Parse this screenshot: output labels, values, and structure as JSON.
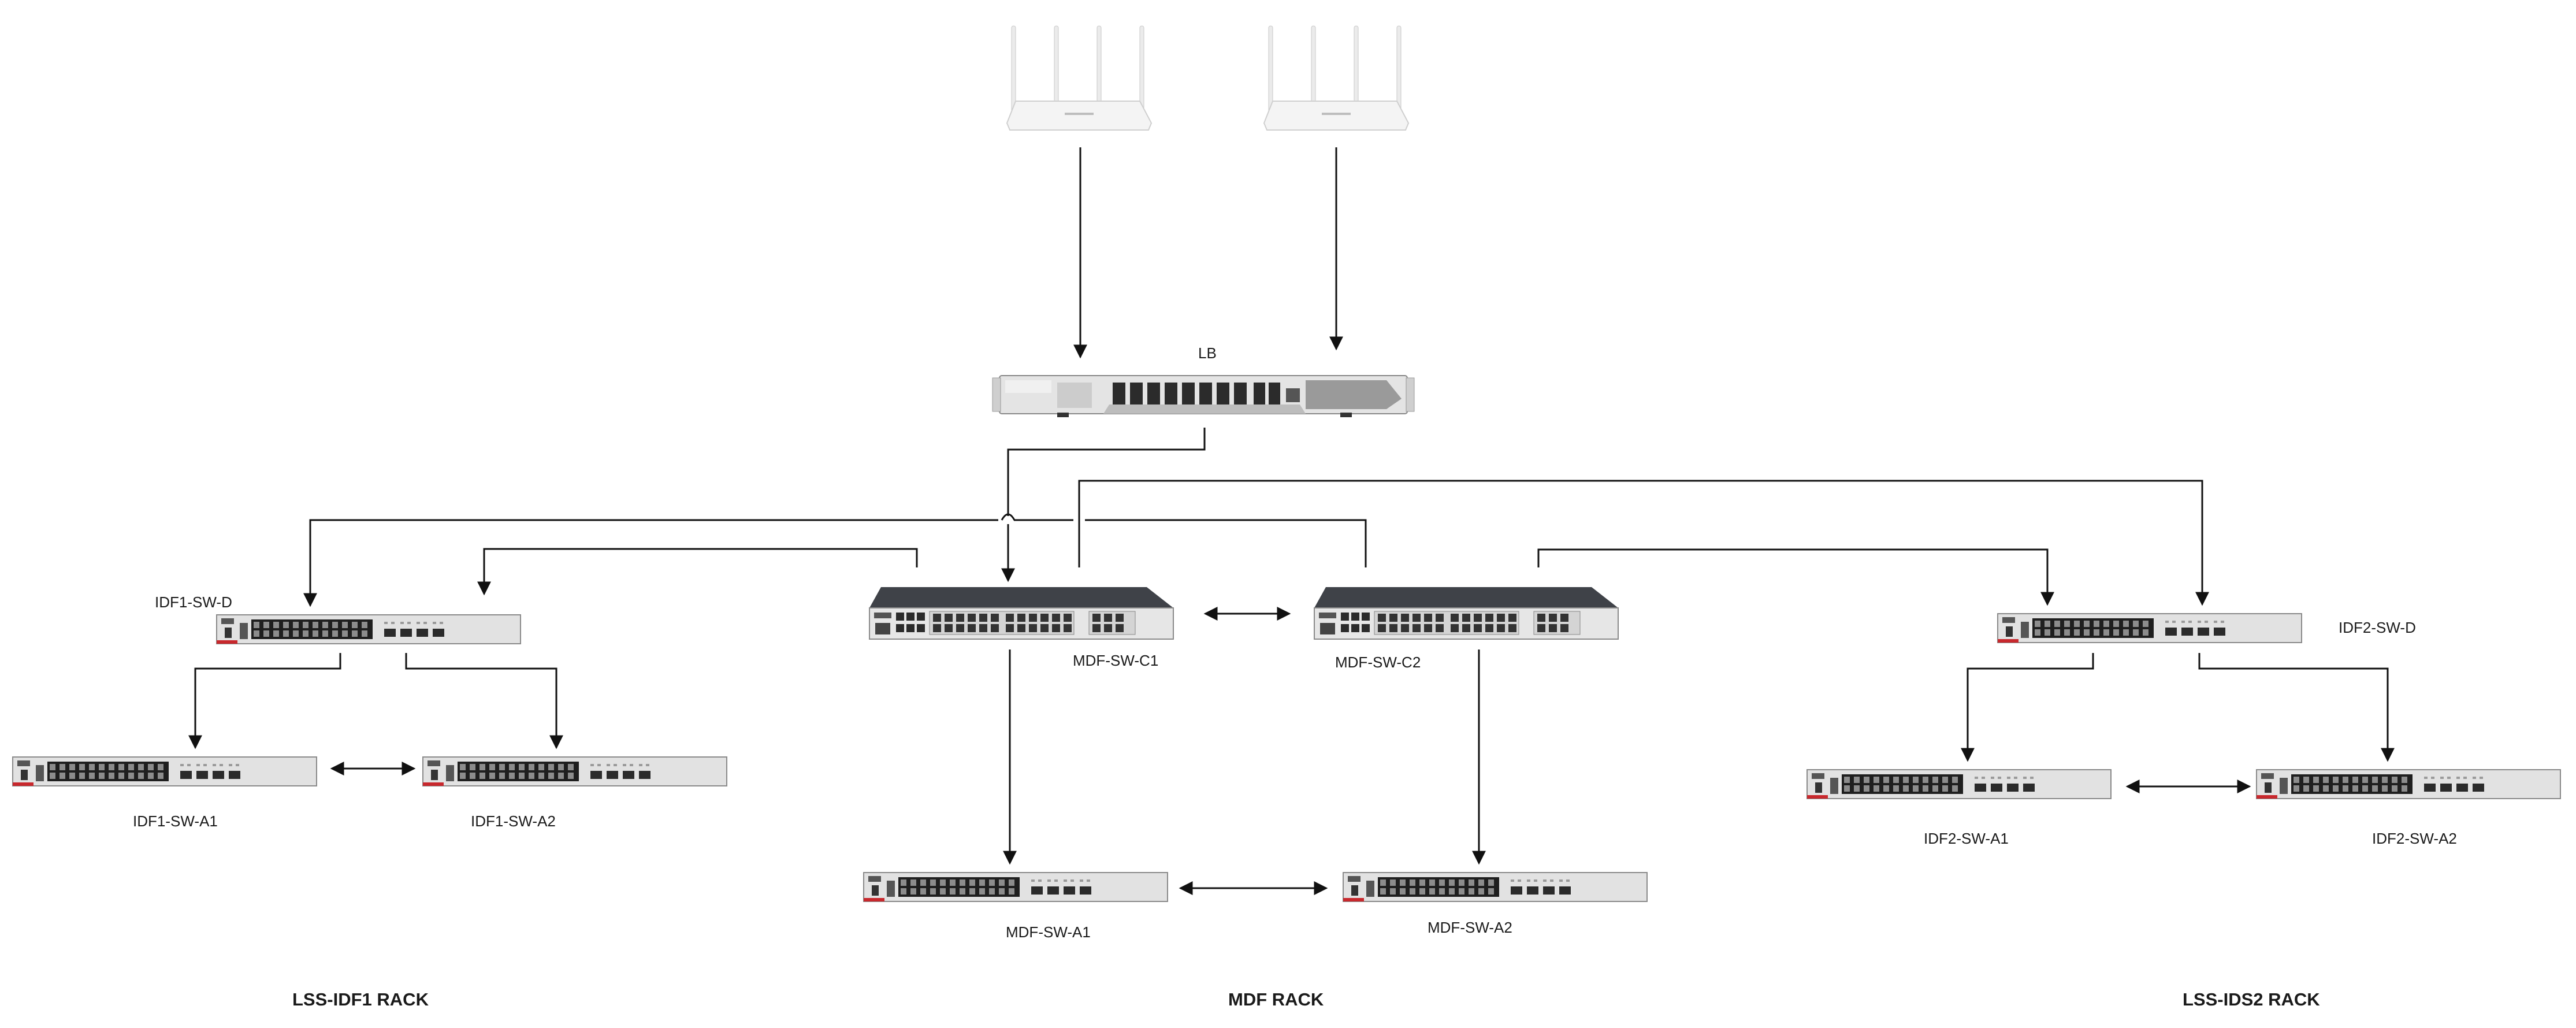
{
  "labels": {
    "lb": "LB",
    "idf1_sw_d": "IDF1-SW-D",
    "idf1_sw_a1": "IDF1-SW-A1",
    "idf1_sw_a2": "IDF1-SW-A2",
    "mdf_sw_c1": "MDF-SW-C1",
    "mdf_sw_c2": "MDF-SW-C2",
    "mdf_sw_a1": "MDF-SW-A1",
    "mdf_sw_a2": "MDF-SW-A2",
    "idf2_sw_d": "IDF2-SW-D",
    "idf2_sw_a1": "IDF2-SW-A1",
    "idf2_sw_a2": "IDF2-SW-A2"
  },
  "racks": {
    "idf1": "LSS-IDF1 RACK",
    "mdf": "MDF RACK",
    "idf2": "LSS-IDS2 RACK"
  },
  "colors": {
    "line": "#111111",
    "device_body": "#e2e2e2",
    "device_border": "#8a8a8a",
    "port": "#2b2b2b",
    "accent_red": "#c8282d",
    "core_top": "#3f4248"
  },
  "icons": {
    "router": "wireless-router-icon",
    "load_balancer": "load-balancer-icon",
    "core_switch": "core-switch-icon",
    "access_switch": "access-switch-icon"
  }
}
